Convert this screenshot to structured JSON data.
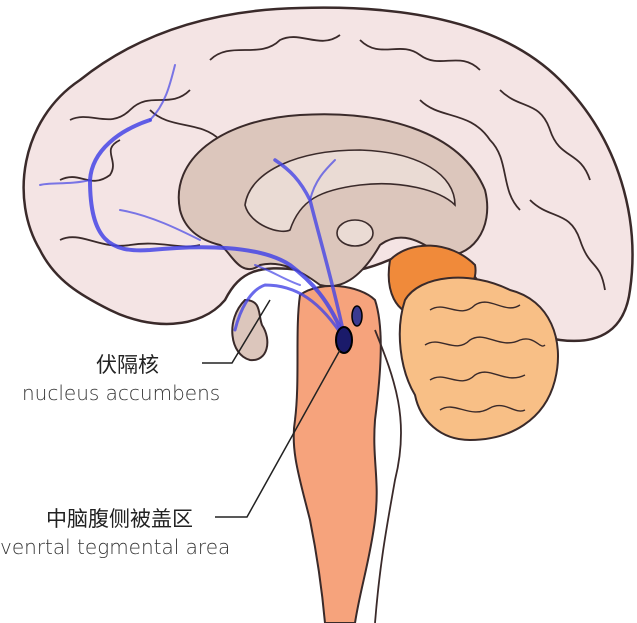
{
  "labels": {
    "nucleus_accumbens_zh": "伏隔核",
    "nucleus_accumbens_en": "nucleus accumbens",
    "vta_zh": "中脑腹侧被盖区",
    "vta_en": "venrtal tegmental area"
  },
  "colors": {
    "cortex": "#f4e4e4",
    "limbic": "#dcc6bc",
    "brainstem": "#f6a37c",
    "cerebellum": "#f8bf86",
    "cerebellum_peduncle": "#f08a3a",
    "dopamine_pathway": "#4545e6",
    "outline": "#3a2a2a"
  }
}
